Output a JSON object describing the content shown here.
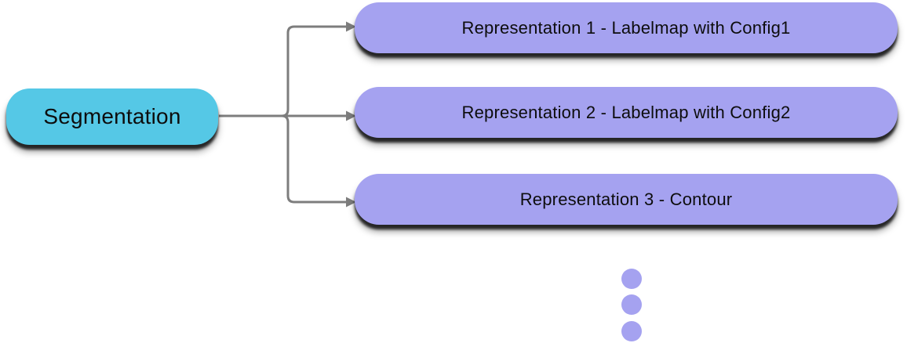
{
  "diagram": {
    "root": {
      "label": "Segmentation"
    },
    "representations": [
      {
        "label": "Representation 1 - Labelmap with Config1"
      },
      {
        "label": "Representation 2 - Labelmap with Config2"
      },
      {
        "label": "Representation 3 - Contour"
      }
    ],
    "ellipsis_dot_count": 3,
    "colors": {
      "root_fill": "#55C8E6",
      "representation_fill": "#A5A2F0",
      "connector": "#7D7D7D",
      "text": "#0D0D0D"
    }
  }
}
